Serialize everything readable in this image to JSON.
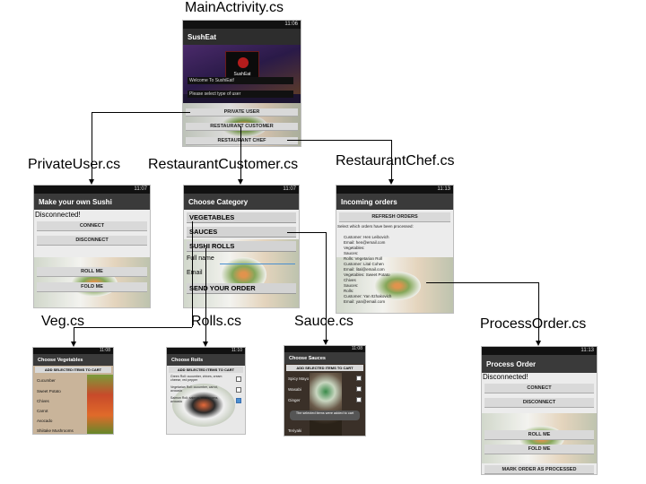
{
  "labels": {
    "main": "MainActrivity.cs",
    "private": "PrivateUser.cs",
    "customer": "RestaurantCustomer.cs",
    "chef": "RestaurantChef.cs",
    "veg": "Veg.cs",
    "rolls": "Rolls.cs",
    "sauce": "Sauce.cs",
    "process": "ProcessOrder.cs"
  },
  "main_screen": {
    "time": "11:06",
    "title": "SushEat",
    "logo": "SushEat",
    "welcome": "Welcome To SushiEat!",
    "select": "Please select type of user",
    "btn_private": "PRIVATE USER",
    "btn_customer": "RESTAURANT CUSTOMER",
    "btn_chef": "RESTAURANT CHEF"
  },
  "private_screen": {
    "time": "11:07",
    "title": "Make your own Sushi",
    "status": "Disconnected!",
    "connect": "CONNECT",
    "disconnect": "DISCONNECT",
    "roll": "ROLL ME",
    "fold": "FOLD ME"
  },
  "customer_screen": {
    "time": "11:07",
    "title": "Choose Category",
    "veg": "VEGETABLES",
    "sauces": "SAUCES",
    "rolls": "SUSHI ROLLS",
    "fullname": "Full name",
    "email": "Email",
    "send": "SEND YOUR ORDER"
  },
  "chef_screen": {
    "time": "11:13",
    "title": "Incoming orders",
    "refresh": "REFRESH ORDERS",
    "select_text": "Select which orders have been processed:",
    "lines": [
      "Customer: Hen Leibovich",
      "Email: hen@email.com",
      "Vegetables:",
      "Sauces:",
      "Rolls: Vegetarian Roll",
      "Customer: Lital Cohen",
      "Email: lital@email.com",
      "Vegetables: Sweet Potato",
      "Chives",
      "Sauces:",
      "Rolls:",
      "Customer: Yan Itzhakovich",
      "Email: yan@email.com"
    ]
  },
  "veg_screen": {
    "time": "11:08",
    "title": "Choose Vegetables",
    "add": "ADD SELECTED ITEMS TO CART",
    "items": [
      "Cucumber",
      "Sweet Potato",
      "Chives",
      "Carrot",
      "Avocado",
      "Shiitake Mushrooms"
    ]
  },
  "rolls_screen": {
    "time": "11:10",
    "title": "Choose Rolls",
    "add": "ADD SELECTED ITEMS TO CART",
    "items": [
      "Green Roll: cucumber, chives, cream cheese, red pepper",
      "Vegetarian Roll: cucumber, carrot, avocado",
      "Salmon Roll: salmon, mushrooms, avocado"
    ]
  },
  "sauce_screen": {
    "time": "11:08",
    "title": "Choose Sauces",
    "add": "ADD SELECTED ITEMS TO CART",
    "items": [
      "Spicy Mayo",
      "Wasabi",
      "Ginger",
      "Teriyaki"
    ],
    "toast": "The selected items were added to cart"
  },
  "process_screen": {
    "time": "11:13",
    "title": "Process Order",
    "status": "Disconnected!",
    "connect": "CONNECT",
    "disconnect": "DISCONNECT",
    "roll": "ROLL ME",
    "fold": "FOLD ME",
    "mark": "MARK ORDER AS PROCESSED"
  }
}
